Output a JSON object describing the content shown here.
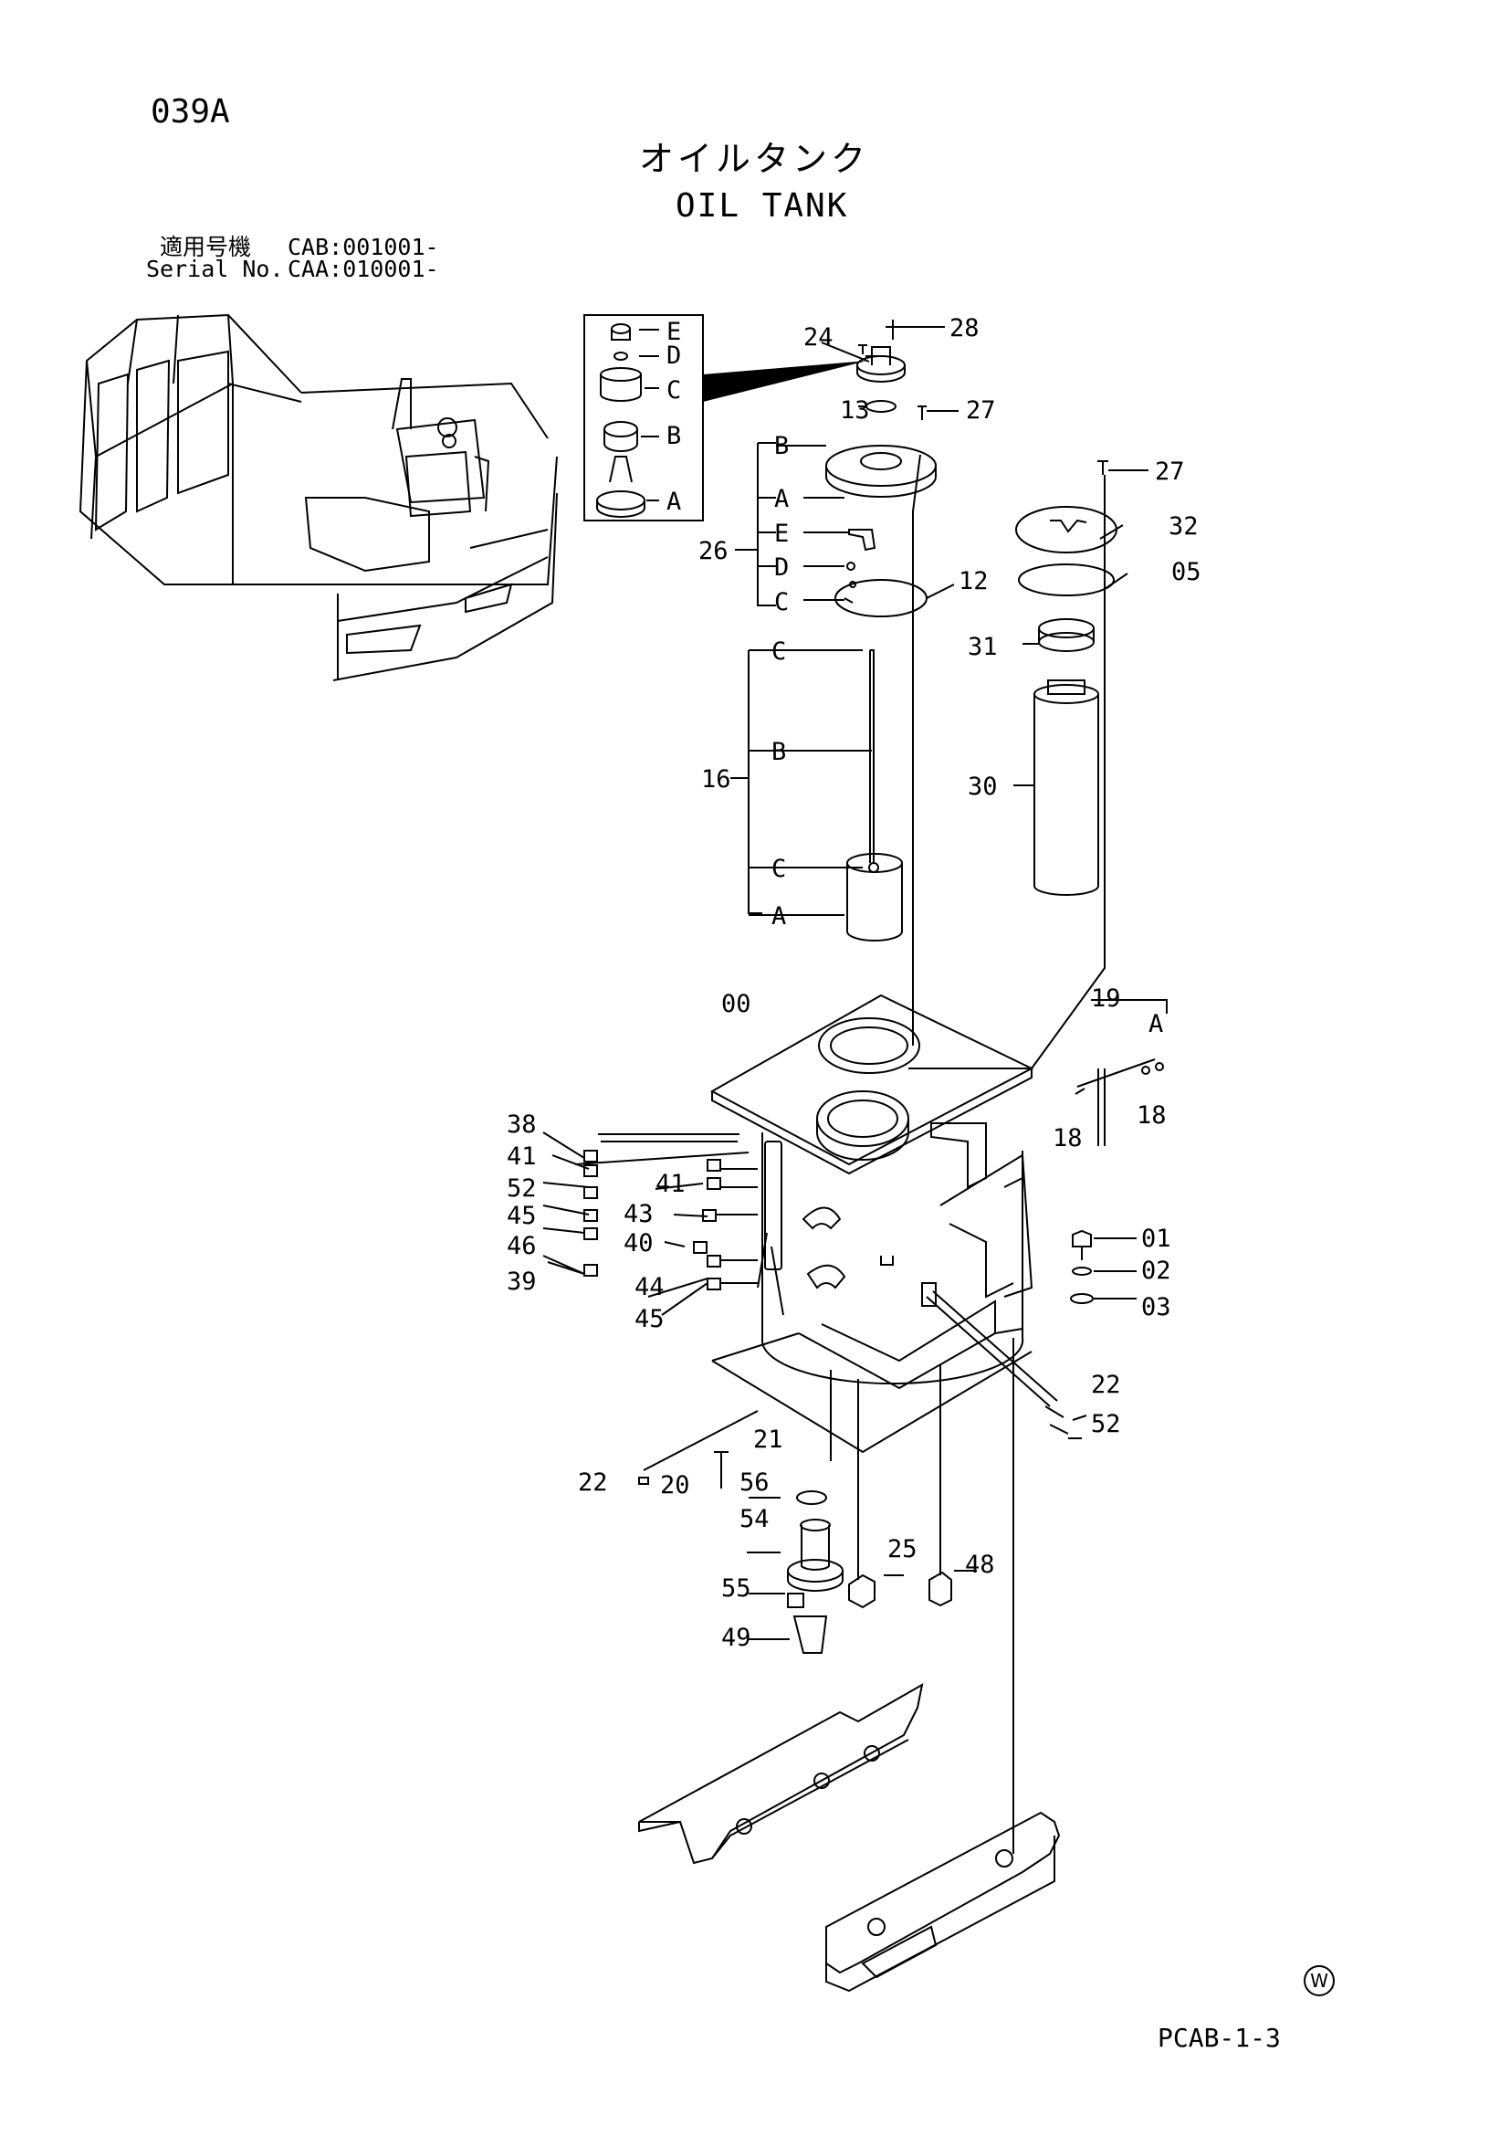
{
  "header": {
    "page_code": "039A",
    "title_ja": "オイルタンク",
    "title_en": "OIL TANK",
    "serial_label_ja": "適用号機",
    "serial_value_1": "CAB:001001-",
    "serial_label_en": "Serial No.",
    "serial_value_2": "CAA:010001-"
  },
  "footer": {
    "page_ref": "PCAB-1-3",
    "mark": "W"
  },
  "callouts": {
    "inset_labels": [
      "E",
      "D",
      "C",
      "B",
      "A"
    ],
    "group_26": {
      "number": "26",
      "letters": [
        "B",
        "A",
        "E",
        "D",
        "C"
      ]
    },
    "group_16": {
      "number": "16",
      "letters": [
        "C",
        "B",
        "C",
        "A"
      ]
    },
    "group_19": {
      "number": "19",
      "letter": "A"
    },
    "part_numbers": [
      "24",
      "28",
      "13",
      "27",
      "27",
      "32",
      "12",
      "05",
      "31",
      "30",
      "00",
      "18",
      "18",
      "38",
      "41",
      "52",
      "45",
      "46",
      "39",
      "41",
      "43",
      "40",
      "44",
      "45",
      "01",
      "02",
      "03",
      "22",
      "52",
      "21",
      "22",
      "20",
      "56",
      "54",
      "25",
      "48",
      "55",
      "49"
    ]
  }
}
